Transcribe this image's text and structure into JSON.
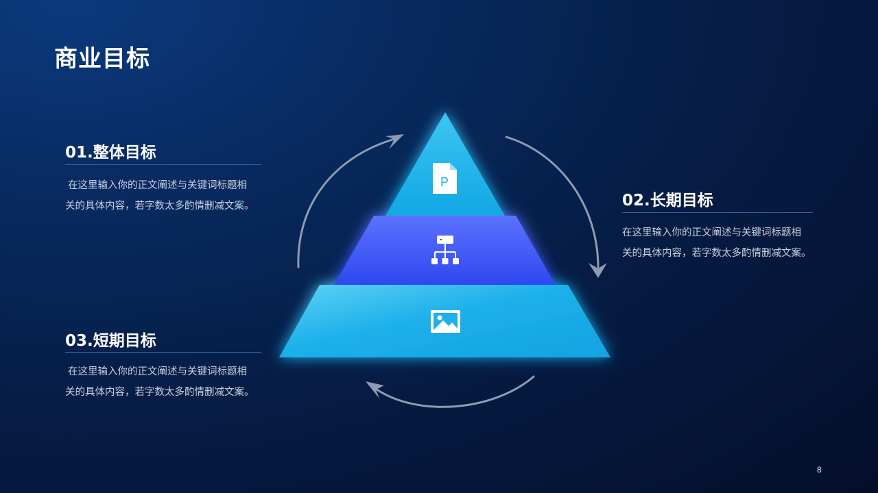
{
  "slide": {
    "title": "商业目标",
    "page_number": "8"
  },
  "sections": [
    {
      "title": "01.整体目标",
      "lines": [
        "在这里输入你的正文阐述与关键词标题相",
        "关的具体内容，若字数太多酌情删减文案。"
      ]
    },
    {
      "title": "02.长期目标",
      "lines": [
        "在这里输入你的正文阐述与关键词标题相",
        "关的具体内容，若字数太多酌情删减文案。"
      ]
    },
    {
      "title": "03.短期目标",
      "lines": [
        "在这里输入你的正文阐述与关键词标题相",
        "关的具体内容，若字数太多酌情删减文案。"
      ]
    }
  ],
  "pyramid": {
    "levels": [
      {
        "icon": "document-p-icon",
        "color": "#1aaee6"
      },
      {
        "icon": "hierarchy-icon",
        "color": "#3d5cf5"
      },
      {
        "icon": "image-icon",
        "color": "#1aaee6"
      }
    ]
  },
  "colors": {
    "background": "#061e48",
    "rule": "#2f63a8",
    "arrow": "#8f9bb2"
  }
}
